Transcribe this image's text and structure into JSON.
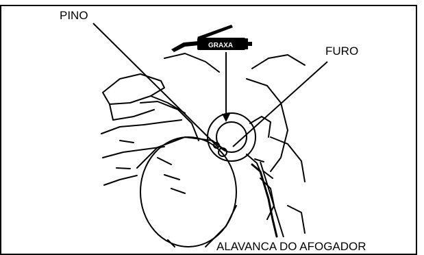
{
  "labels": {
    "pin": "PINO",
    "hole": "FURO",
    "choke_lever": "ALAVANCA DO AFOGADOR",
    "grease": "GRAXA"
  },
  "icons": {
    "grease_gun": "grease-gun-icon"
  },
  "colors": {
    "ink": "#000000",
    "paper": "#ffffff"
  }
}
